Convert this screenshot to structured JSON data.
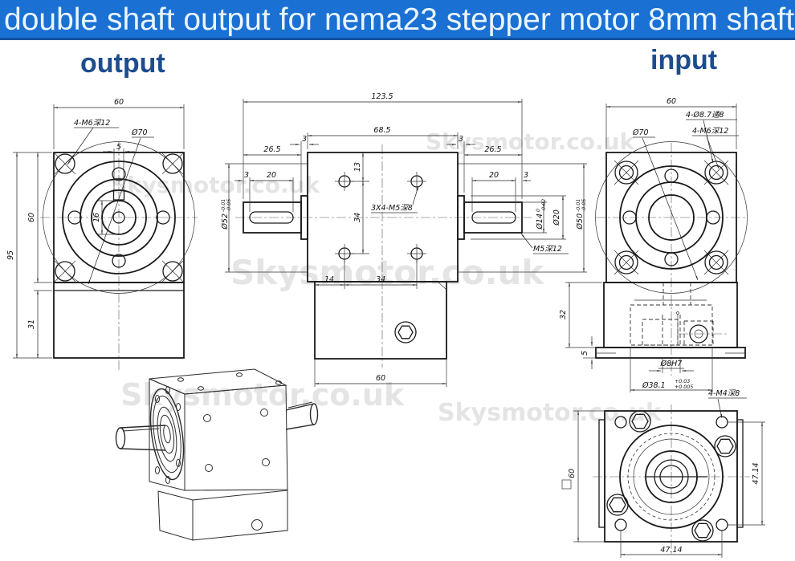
{
  "title": {
    "text": "double shaft output for nema23 stepper motor 8mm shaft"
  },
  "labels": {
    "output": "output",
    "input": "input"
  },
  "watermark": {
    "text": "Skysmotor.co.uk"
  },
  "colors": {
    "title_bg": "#1a70d3",
    "title_text": "#eaf5ff",
    "label_text": "#1d4d8e",
    "line": "#1a1a1a",
    "watermark": "#cbcbcb"
  },
  "views": {
    "output_front": {
      "dims": {
        "width_top": "60",
        "height_face": "60",
        "height_total": "95",
        "height_base": "31",
        "corner_holes_callout": "4-M6深12",
        "bolt_circle": "Ø70",
        "key_width": "5",
        "hub_bore": "16"
      }
    },
    "side_section": {
      "dims": {
        "total_length": "123.5",
        "body_length": "68.5",
        "boss_left": "3",
        "boss_right": "3",
        "shaft_left": "26.5",
        "shaft_right": "26.5",
        "key_offset_left": "3",
        "key_length_left": "20",
        "key_length_right": "20",
        "key_offset_right": "3",
        "hole_top": "13",
        "hole_vspacing": "34",
        "face_holes_callout": "3X4-M5深8",
        "hole_left": "14",
        "hole_hspacing": "34",
        "base_width": "60",
        "shaft_tap_callout": "M5深12",
        "shaft_dia": "Ø14",
        "shaft_dia_tol_u": "0",
        "shaft_dia_tol_l": "-0.02",
        "boss_dia": "Ø20",
        "pilot_right": "Ø50",
        "pilot_right_tol_u": "-0.01",
        "pilot_right_tol_l": "-0.05",
        "pilot_left": "Ø52",
        "pilot_left_tol_u": "-0.01",
        "pilot_left_tol_l": "-0.05"
      }
    },
    "input_front": {
      "dims": {
        "width_top": "60",
        "through_holes_callout": "4-Ø8.7通8",
        "corner_taps_callout": "4-M6深12",
        "bolt_circle": "Ø70"
      }
    },
    "input_section": {
      "dims": {
        "height": "32",
        "flange_thickness": "5",
        "bore": "Ø8H7",
        "spigot": "Ø38.1",
        "spigot_tol_u": "+0.03",
        "spigot_tol_l": "+0.005"
      }
    },
    "back_view": {
      "dims": {
        "height": "60",
        "hole_vspacing": "47.14",
        "hole_hspacing": "47.14",
        "corner_taps_callout": "4-M4深8"
      }
    }
  }
}
